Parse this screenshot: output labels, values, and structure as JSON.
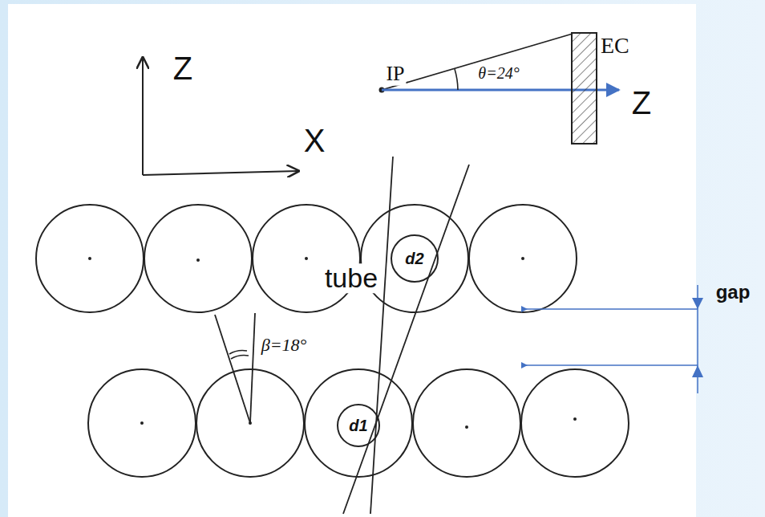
{
  "diagram": {
    "nodes": [
      {
        "text": [
          "EC"
        ]
      },
      {
        "text": [
          "d2"
        ]
      },
      {
        "text": [
          "d1"
        ]
      }
    ],
    "labels": [
      "Z",
      "X",
      "IP",
      "θ=24°",
      "Z",
      "tube",
      "β=18°",
      "gap"
    ]
  }
}
